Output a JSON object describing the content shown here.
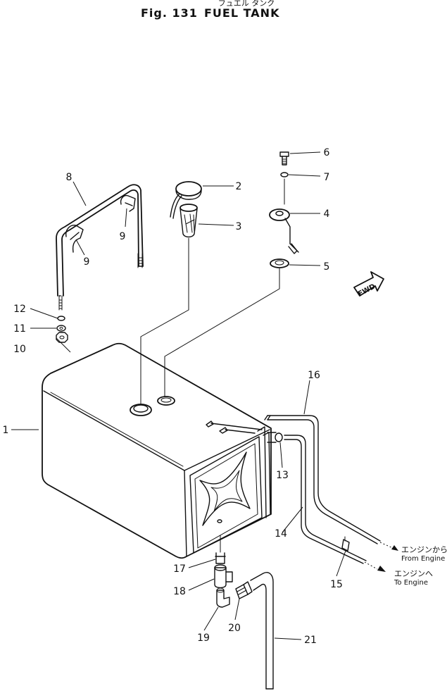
{
  "figure": {
    "title_jp": "フュエル タンク",
    "figure_label": "Fig. 131",
    "title": "FUEL TANK"
  },
  "fwd_label": "FWD",
  "callouts": [
    "1",
    "2",
    "3",
    "4",
    "5",
    "6",
    "7",
    "8",
    "9",
    "9",
    "10",
    "11",
    "12",
    "13",
    "14",
    "15",
    "16",
    "17",
    "18",
    "19",
    "20",
    "21"
  ],
  "flow_labels": {
    "from_engine_jp": "エンジンから",
    "from_engine": "From  Engine",
    "to_engine_jp": "エンジンへ",
    "to_engine": "To  Engine"
  }
}
